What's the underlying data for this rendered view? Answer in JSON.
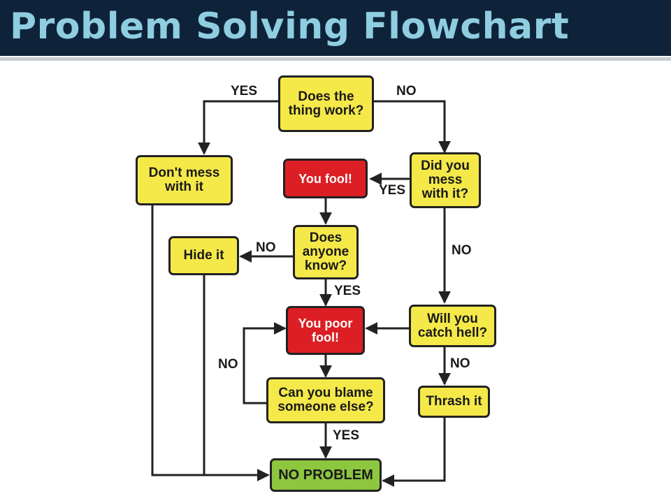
{
  "slide": {
    "title": "Problem Solving Flowchart"
  },
  "nodes": {
    "does_it_work": "Does the\nthing work?",
    "dont_mess": "Don't mess\nwith it",
    "you_fool": "You fool!",
    "did_you_mess": "Did you\nmess\nwith it?",
    "hide_it": "Hide it",
    "anyone_know": "Does\nanyone\nknow?",
    "poor_fool": "You poor\nfool!",
    "catch_hell": "Will you\ncatch hell?",
    "blame": "Can you blame\nsomeone else?",
    "thrash": "Thrash it",
    "no_problem": "NO PROBLEM"
  },
  "edge_labels": {
    "works_yes": "YES",
    "works_no": "NO",
    "mess_yes": "YES",
    "mess_no": "NO",
    "know_no": "NO",
    "know_yes": "YES",
    "blame_no": "NO",
    "blame_yes": "YES",
    "hell_no": "NO"
  },
  "colors": {
    "decision": "#f5e94a",
    "alert": "#dc1f24",
    "ok": "#8dc63f",
    "header_bg": "#0e2339",
    "title": "#8fcde0"
  }
}
